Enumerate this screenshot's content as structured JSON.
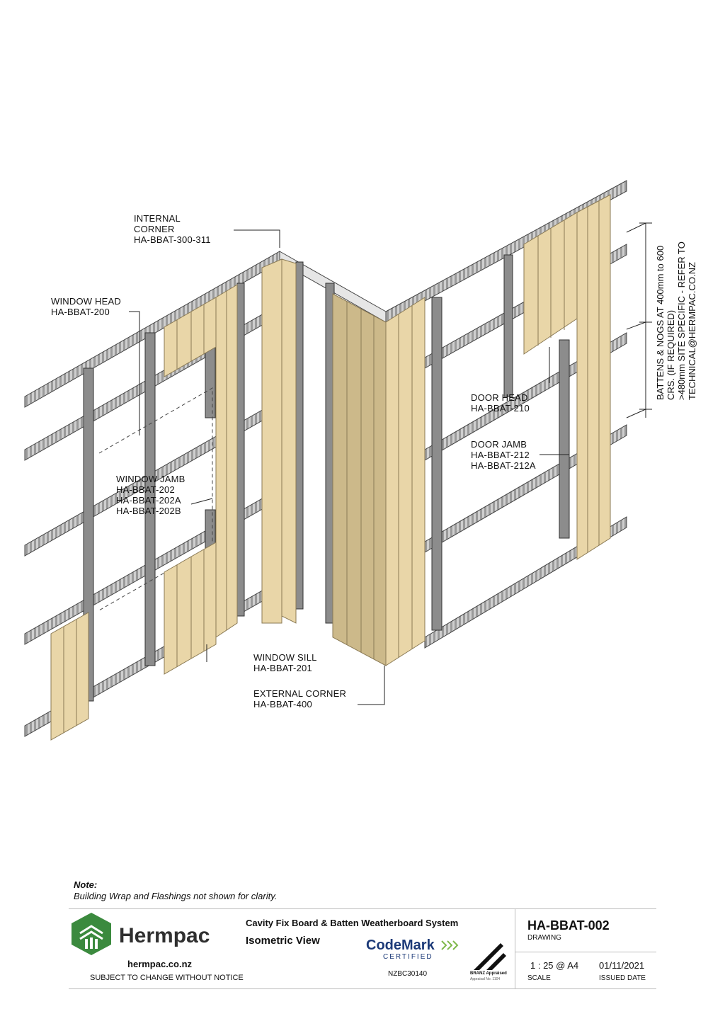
{
  "callouts": {
    "internal_corner": [
      "INTERNAL",
      "CORNER",
      "HA-BBAT-300-311"
    ],
    "window_head": [
      "WINDOW HEAD",
      "HA-BBAT-200"
    ],
    "window_jamb": [
      "WINDOW JAMB",
      "HA-BBAT-202",
      "HA-BBAT-202A",
      "HA-BBAT-202B"
    ],
    "window_sill": [
      "WINDOW SILL",
      "HA-BBAT-201"
    ],
    "external_corner": [
      "EXTERNAL CORNER",
      "HA-BBAT-400"
    ],
    "door_head": [
      "DOOR HEAD",
      "HA-BBAT-210"
    ],
    "door_jamb": [
      "DOOR JAMB",
      "HA-BBAT-212",
      "HA-BBAT-212A"
    ],
    "battens_note": [
      "BATTENS & NOGS AT 400mm to 600",
      "CRS. (IF REQUIRED)",
      ">480mm SITE SPECIFIC - REFER TO",
      "TECHNICAL@HERMPAC.CO.NZ"
    ]
  },
  "note": {
    "title": "Note:",
    "text": "Building Wrap and Flashings not shown for clarity."
  },
  "title_block": {
    "brand": "Hermpac",
    "website": "hermpac.co.nz",
    "disclaimer": "SUBJECT TO CHANGE WITHOUT NOTICE",
    "system": "Cavity Fix Board & Batten Weatherboard System",
    "view": "Isometric View",
    "codemark": "CodeMark",
    "codemark_sub": "CERTIFIED",
    "cert_no": "NZBC30140",
    "branz": "BRANZ Appraised",
    "branz_no": "Appraisal No. 1104",
    "drawing_no": "HA-BBAT-002",
    "drawing_label": "DRAWING",
    "scale": "1 : 25 @ A4",
    "scale_label": "SCALE",
    "date": "01/11/2021",
    "date_label": "ISSUED DATE"
  },
  "colors": {
    "timber": "#e9d6a8",
    "timber_edge": "#8a7a55",
    "steel": "#8c8c8c",
    "steel_light": "#d9d9d9",
    "brand_green": "#3b8a3e",
    "codemark_blue": "#1c3a78"
  }
}
